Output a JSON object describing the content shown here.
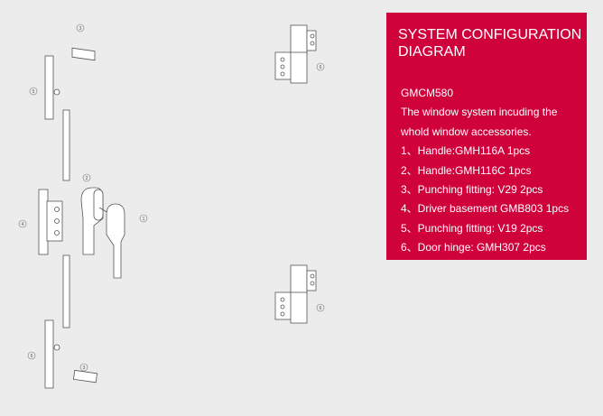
{
  "panel": {
    "title": "SYSTEM CONFIGURATION DIAGRAM",
    "model": "GMCM580",
    "description_line1": "The window system incuding the",
    "description_line2": "whold window accessories.",
    "items": [
      "1、Handle:GMH116A 1pcs",
      "2、Handle:GMH116C 1pcs",
      "3、Punching fitting: V29 2pcs",
      "4、Driver basement GMB803 1pcs",
      "5、Punching fitting: V19 2pcs",
      "6、Door hinge: GMH307 2pcs"
    ]
  },
  "callouts": {
    "c1": "1",
    "c2": "2",
    "c3": "3",
    "c4": "4",
    "c5": "5",
    "c6": "6"
  },
  "colors": {
    "panel": "#d0023b",
    "background": "#ececec"
  }
}
